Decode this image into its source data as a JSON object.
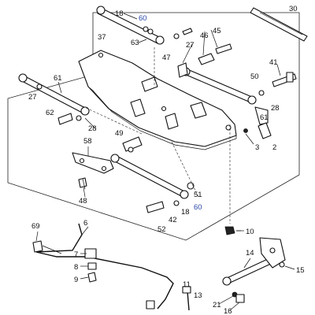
{
  "callouts": {
    "c18a": "18",
    "c60a": "60",
    "c30": "30",
    "c37": "37",
    "c63": "63",
    "c46": "46",
    "c45": "45",
    "c27a": "27",
    "c47": "47",
    "c41": "41",
    "c61": "61",
    "c27b": "27",
    "c50": "50",
    "c28a": "28",
    "c62": "62",
    "c28b": "28",
    "c49": "49",
    "c61b": "61",
    "c3": "3",
    "c2": "2",
    "c58": "58",
    "c51": "51",
    "c48": "48",
    "c42": "42",
    "c18b": "18",
    "c60b": "60",
    "c52": "52",
    "c10": "10",
    "c69": "69",
    "c6": "6",
    "c7": "7",
    "c8": "8",
    "c9": "9",
    "c14": "14",
    "c15": "15",
    "c11": "11",
    "c13": "13",
    "c21": "21",
    "c16": "16"
  }
}
